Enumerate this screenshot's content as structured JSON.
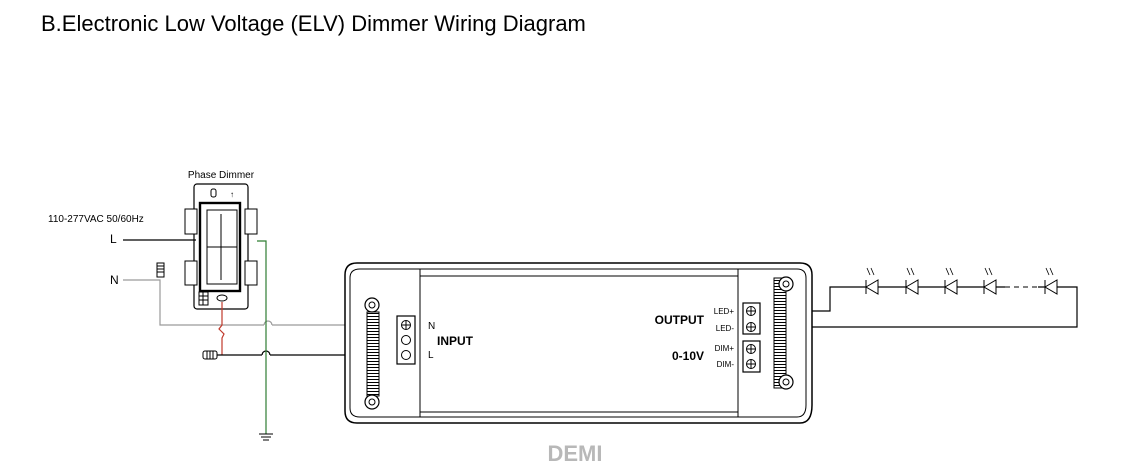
{
  "title": "B.Electronic Low Voltage (ELV) Dimmer Wiring Diagram",
  "dimmer": {
    "label": "Phase Dimmer"
  },
  "supply": {
    "voltage": "110-277VAC 50/60Hz",
    "line": "L",
    "neutral": "N"
  },
  "driver": {
    "input_label": "INPUT",
    "input_n": "N",
    "input_l": "L",
    "output_label": "OUTPUT",
    "led_plus": "LED+",
    "led_minus": "LED-",
    "control_label": "0-10V",
    "dim_plus": "DIM+",
    "dim_minus": "DIM-"
  },
  "watermark": "DEMI",
  "colors": {
    "wire": "#000000",
    "neutral_wire": "#9a9a9a",
    "live_wire": "#c0392b",
    "ground_wire": "#2e7d32"
  }
}
